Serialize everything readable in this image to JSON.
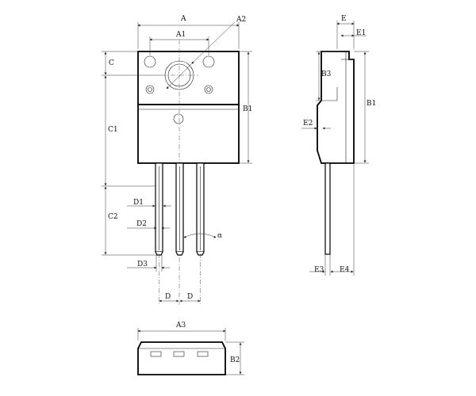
{
  "labels": {
    "A": "A",
    "A1": "A1",
    "A2": "A2",
    "A3": "A3",
    "B1_front": "B1",
    "B1_side": "B1",
    "B2": "B2",
    "B3": "B3",
    "C": "C",
    "C1": "C1",
    "C2": "C2",
    "D1": "D1",
    "D2": "D2",
    "D3": "D3",
    "D_left": "D",
    "D_right": "D",
    "E": "E",
    "E1": "E1",
    "E2": "E2",
    "E3": "E3",
    "E4": "E4",
    "alpha": "α"
  }
}
